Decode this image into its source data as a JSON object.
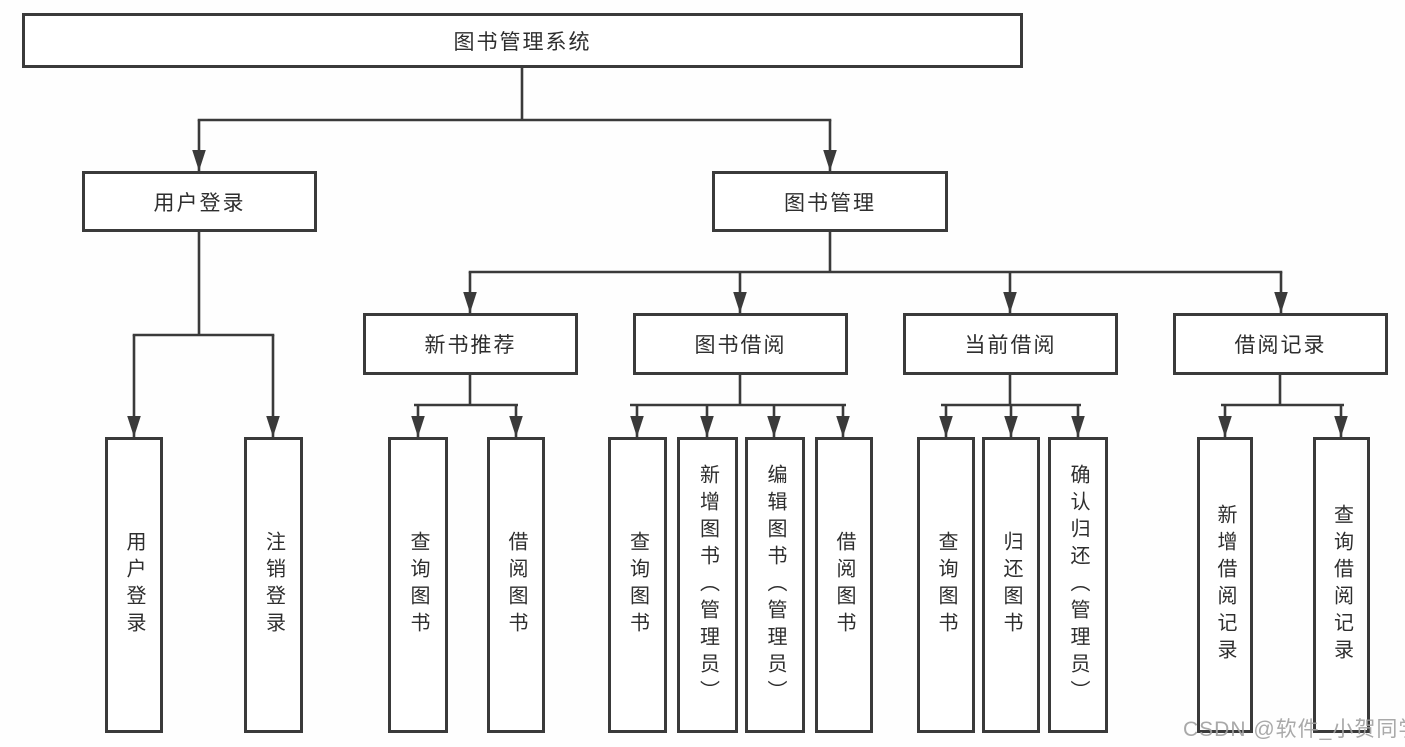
{
  "diagram": {
    "title_node": {
      "label": "图书管理系统"
    },
    "level2": [
      {
        "label": "用户登录"
      },
      {
        "label": "图书管理"
      }
    ],
    "level3": [
      {
        "label": "新书推荐",
        "parent": "图书管理"
      },
      {
        "label": "图书借阅",
        "parent": "图书管理"
      },
      {
        "label": "当前借阅",
        "parent": "图书管理"
      },
      {
        "label": "借阅记录",
        "parent": "图书管理"
      }
    ],
    "leaves": [
      {
        "label": "用户登录",
        "parent": "用户登录"
      },
      {
        "label": "注销登录",
        "parent": "用户登录"
      },
      {
        "label": "查询图书",
        "parent": "新书推荐"
      },
      {
        "label": "借阅图书",
        "parent": "新书推荐"
      },
      {
        "label": "查询图书",
        "parent": "图书借阅"
      },
      {
        "label": "新增图书（管理员）",
        "parent": "图书借阅"
      },
      {
        "label": "编辑图书（管理员）",
        "parent": "图书借阅"
      },
      {
        "label": "借阅图书",
        "parent": "图书借阅"
      },
      {
        "label": "查询图书",
        "parent": "当前借阅"
      },
      {
        "label": "归还图书",
        "parent": "当前借阅"
      },
      {
        "label": "确认归还（管理员）",
        "parent": "当前借阅"
      },
      {
        "label": "新增借阅记录",
        "parent": "借阅记录"
      },
      {
        "label": "查询借阅记录",
        "parent": "借阅记录"
      }
    ],
    "colors": {
      "border": "#3a3a3a",
      "text": "#2e2e2e",
      "background": "#ffffff",
      "watermark": "#a2a2a2"
    }
  },
  "watermark": {
    "text": "CSDN @软件_小贺同学"
  }
}
